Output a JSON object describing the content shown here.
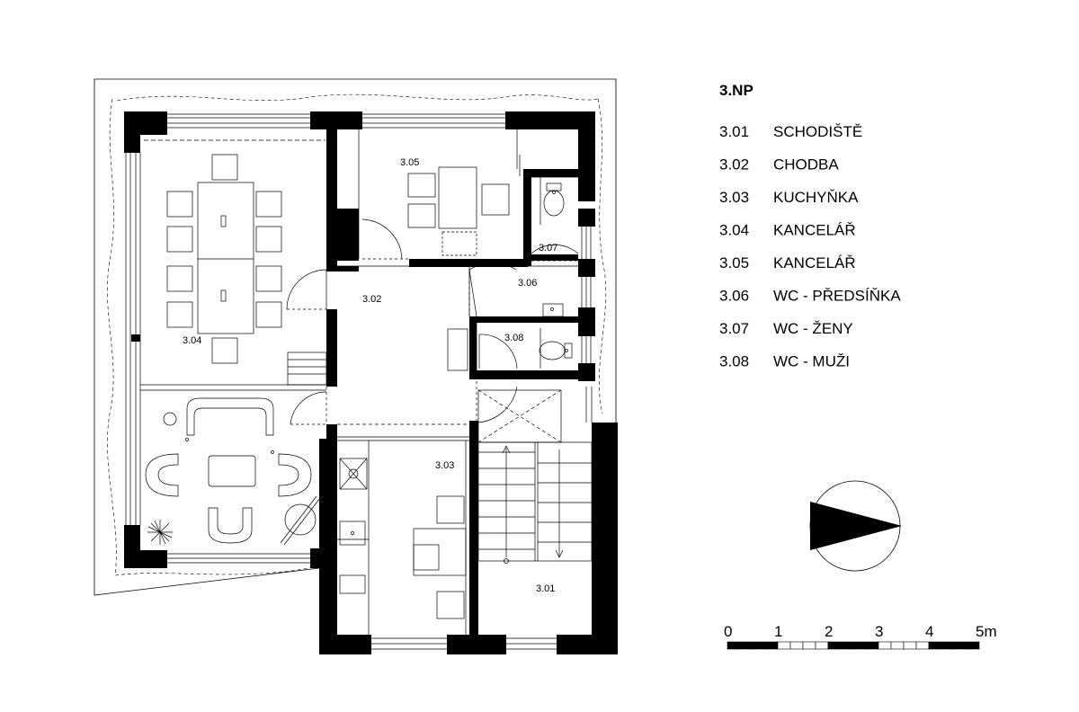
{
  "title": "3.NP",
  "legend": [
    {
      "code": "3.01",
      "name": "SCHODIŠTĚ"
    },
    {
      "code": "3.02",
      "name": "CHODBA"
    },
    {
      "code": "3.03",
      "name": "KUCHYŇKA"
    },
    {
      "code": "3.04",
      "name": "KANCELÁŘ"
    },
    {
      "code": "3.05",
      "name": "KANCELÁŘ"
    },
    {
      "code": "3.06",
      "name": "WC - PŘEDSÍŇKA"
    },
    {
      "code": "3.07",
      "name": "WC - ŽENY"
    },
    {
      "code": "3.08",
      "name": "WC - MUŽI"
    }
  ],
  "room_labels": {
    "r301": "3.01",
    "r302": "3.02",
    "r303": "3.03",
    "r304": "3.04",
    "r305": "3.05",
    "r306": "3.06",
    "r307": "3.07",
    "r308": "3.08"
  },
  "scale_bar": {
    "labels": [
      "0",
      "1",
      "2",
      "3",
      "4",
      "5m"
    ]
  }
}
